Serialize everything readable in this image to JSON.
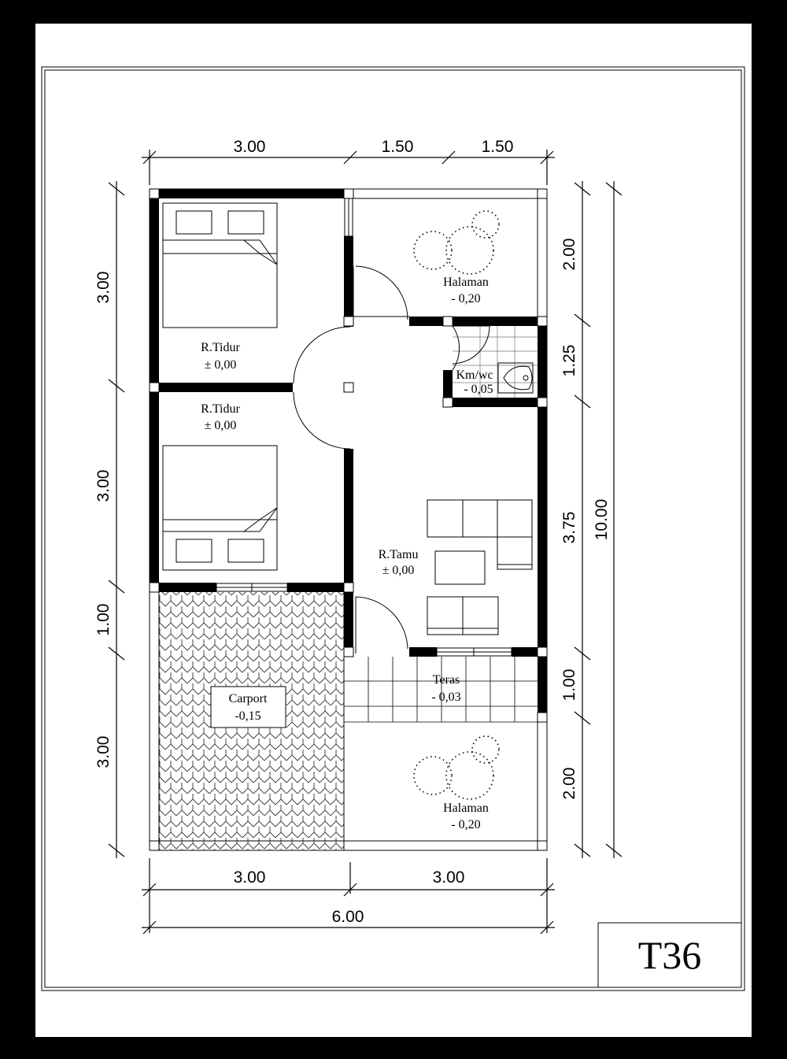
{
  "title_block": {
    "code": "T36"
  },
  "dimensions": {
    "top": [
      "3.00",
      "1.50",
      "1.50"
    ],
    "left": [
      "3.00",
      "3.00",
      "1.00",
      "3.00"
    ],
    "right": [
      "2.00",
      "1.25",
      "3.75",
      "1.00",
      "2.00"
    ],
    "right_total": "10.00",
    "bottom": [
      "3.00",
      "3.00"
    ],
    "bottom_total": "6.00"
  },
  "rooms": {
    "bedroom1": {
      "name": "R.Tidur",
      "level": "± 0,00"
    },
    "bedroom2": {
      "name": "R.Tidur",
      "level": "± 0,00"
    },
    "garden_back": {
      "name": "Halaman",
      "level": "- 0,20"
    },
    "bathroom": {
      "name": "Km/wc",
      "level": "- 0,05"
    },
    "living": {
      "name": "R.Tamu",
      "level": "± 0,00"
    },
    "terrace": {
      "name": "Teras",
      "level": "- 0,03"
    },
    "carport": {
      "name": "Carport",
      "level": "-0,15"
    },
    "garden_front": {
      "name": "Halaman",
      "level": "- 0,20"
    }
  }
}
